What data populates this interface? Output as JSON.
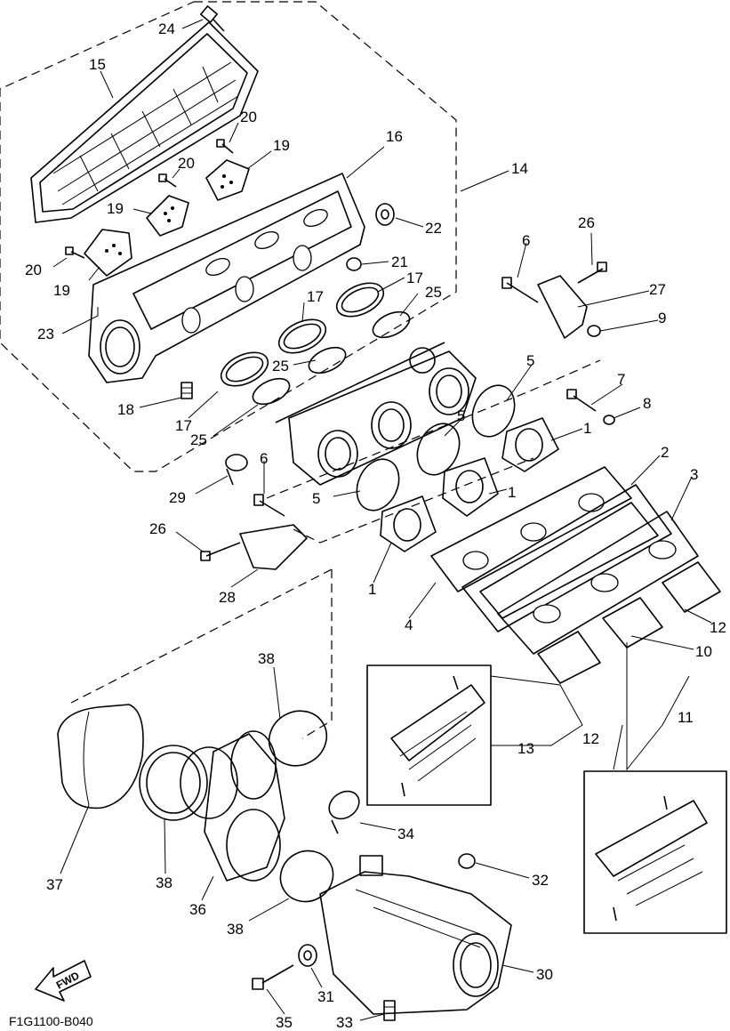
{
  "diagram": {
    "code": "F1G1100-B040",
    "fwd_label": "FWD",
    "labels": [
      {
        "id": "24",
        "text": "24"
      },
      {
        "id": "15",
        "text": "15"
      },
      {
        "id": "20a",
        "text": "20"
      },
      {
        "id": "19a",
        "text": "19"
      },
      {
        "id": "20b",
        "text": "20"
      },
      {
        "id": "16",
        "text": "16"
      },
      {
        "id": "14",
        "text": "14"
      },
      {
        "id": "19b",
        "text": "19"
      },
      {
        "id": "22",
        "text": "22"
      },
      {
        "id": "20c",
        "text": "20"
      },
      {
        "id": "19c",
        "text": "19"
      },
      {
        "id": "21",
        "text": "21"
      },
      {
        "id": "17a",
        "text": "17"
      },
      {
        "id": "25a",
        "text": "25"
      },
      {
        "id": "17b",
        "text": "17"
      },
      {
        "id": "23",
        "text": "23"
      },
      {
        "id": "25b",
        "text": "25"
      },
      {
        "id": "18",
        "text": "18"
      },
      {
        "id": "17c",
        "text": "17"
      },
      {
        "id": "25c",
        "text": "25"
      },
      {
        "id": "26a",
        "text": "26"
      },
      {
        "id": "6a",
        "text": "6"
      },
      {
        "id": "27",
        "text": "27"
      },
      {
        "id": "9",
        "text": "9"
      },
      {
        "id": "5a",
        "text": "5"
      },
      {
        "id": "7",
        "text": "7"
      },
      {
        "id": "8",
        "text": "8"
      },
      {
        "id": "1a",
        "text": "1"
      },
      {
        "id": "5b",
        "text": "5"
      },
      {
        "id": "2",
        "text": "2"
      },
      {
        "id": "3",
        "text": "3"
      },
      {
        "id": "1b",
        "text": "1"
      },
      {
        "id": "6b",
        "text": "6"
      },
      {
        "id": "29",
        "text": "29"
      },
      {
        "id": "5c",
        "text": "5"
      },
      {
        "id": "26b",
        "text": "26"
      },
      {
        "id": "28",
        "text": "28"
      },
      {
        "id": "1c",
        "text": "1"
      },
      {
        "id": "4",
        "text": "4"
      },
      {
        "id": "12a",
        "text": "12"
      },
      {
        "id": "10",
        "text": "10"
      },
      {
        "id": "38a",
        "text": "38"
      },
      {
        "id": "13",
        "text": "13"
      },
      {
        "id": "12b",
        "text": "12"
      },
      {
        "id": "11",
        "text": "11"
      },
      {
        "id": "34",
        "text": "34"
      },
      {
        "id": "37",
        "text": "37"
      },
      {
        "id": "38b",
        "text": "38"
      },
      {
        "id": "36",
        "text": "36"
      },
      {
        "id": "32",
        "text": "32"
      },
      {
        "id": "38c",
        "text": "38"
      },
      {
        "id": "30",
        "text": "30"
      },
      {
        "id": "31",
        "text": "31"
      },
      {
        "id": "35",
        "text": "35"
      },
      {
        "id": "33",
        "text": "33"
      }
    ]
  }
}
